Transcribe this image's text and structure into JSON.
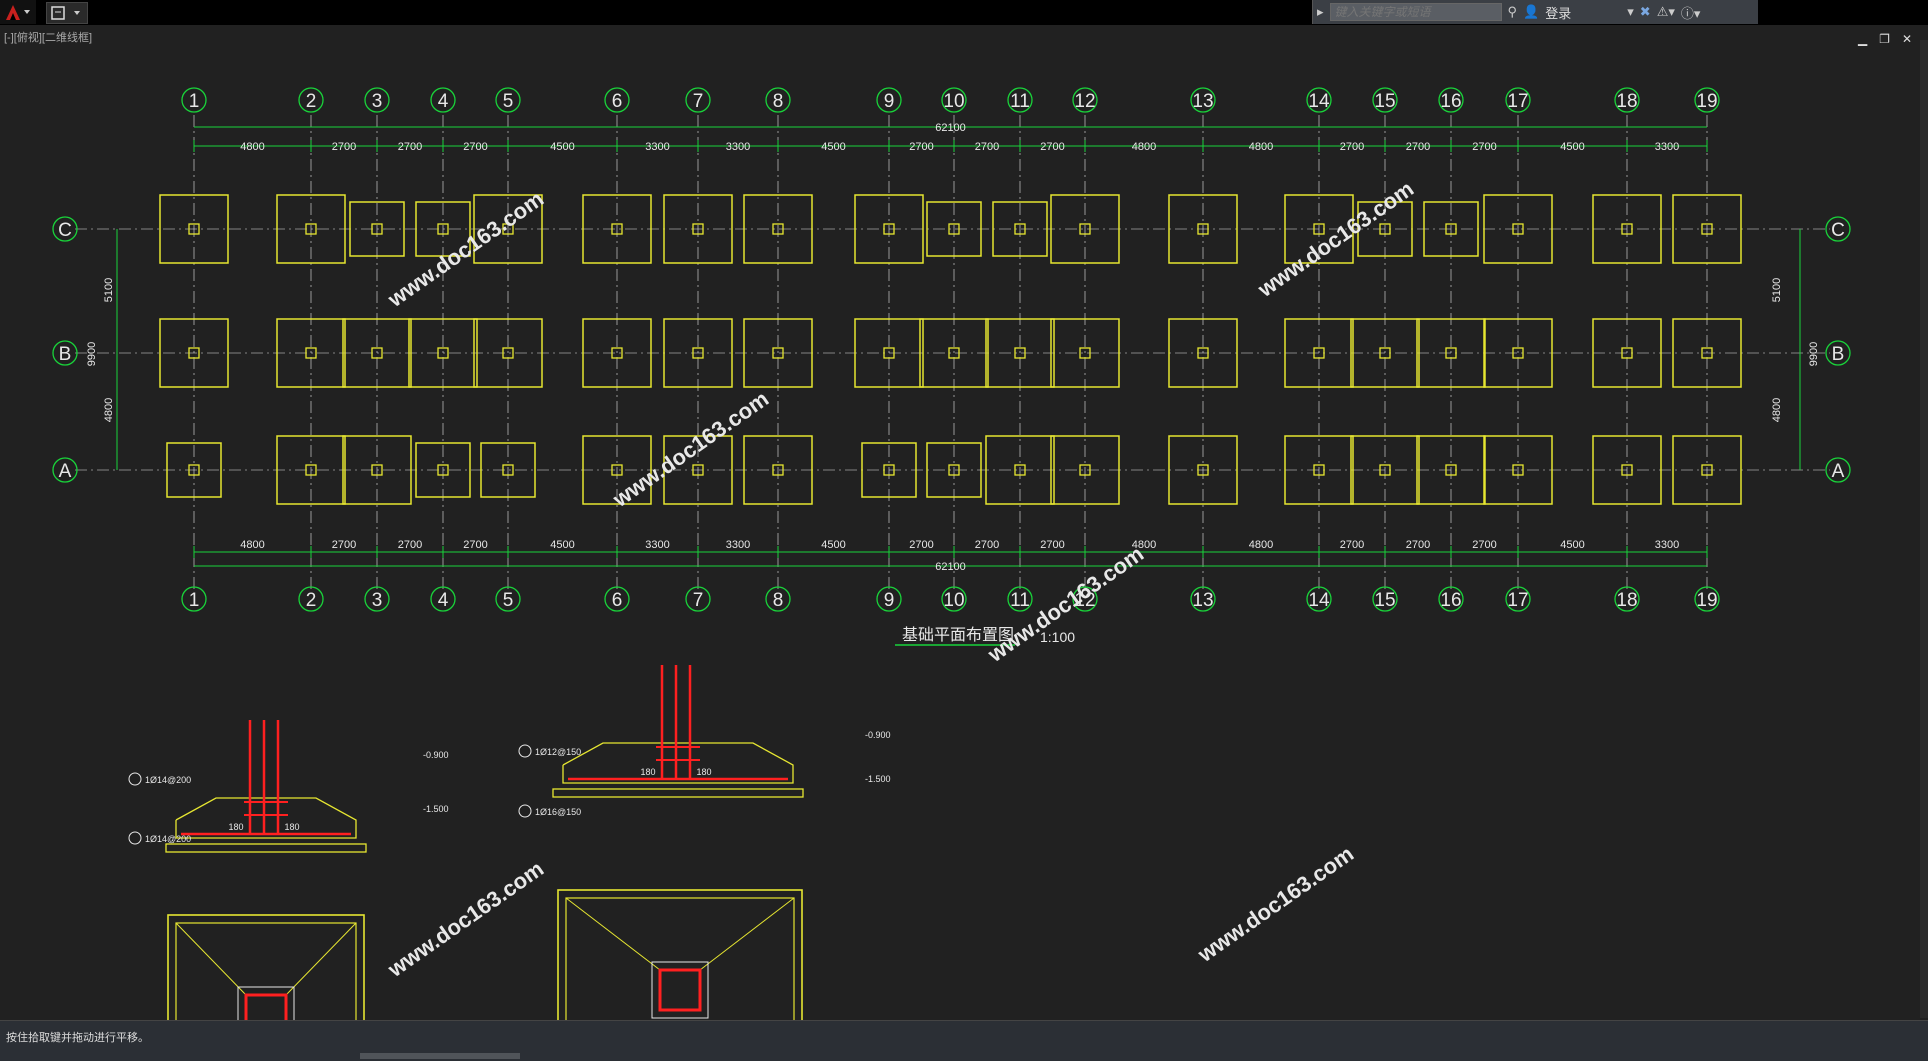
{
  "toolbar": {
    "search_placeholder": "键入关键字或短语",
    "login_label": "登录"
  },
  "viewport": {
    "label": "[-][俯视][二维线框]"
  },
  "drawing": {
    "title": "基础平面布置图",
    "scale": "1:100",
    "axes": [
      "1",
      "2",
      "3",
      "4",
      "5",
      "6",
      "7",
      "8",
      "9",
      "10",
      "11",
      "12",
      "13",
      "14",
      "15",
      "16",
      "17",
      "18",
      "19"
    ],
    "rows": [
      "C",
      "B",
      "A"
    ],
    "spans": [
      "4800",
      "2700",
      "2700",
      "2700",
      "4500",
      "3300",
      "3300",
      "4500",
      "2700",
      "2700",
      "2700",
      "4800",
      "4800",
      "2700",
      "2700",
      "2700",
      "4500",
      "3300"
    ],
    "total": "62100",
    "side_dims": {
      "left_total": "9900",
      "upper": "5100",
      "lower": "4800"
    },
    "watermark": "www.doc163.com",
    "details": {
      "elev1": "-0.900",
      "elev2": "-1.500",
      "rebar1": "1Ø14@200",
      "rebar2": "1Ø12@150",
      "rebar3": "1Ø16@150",
      "dim180": "180"
    }
  },
  "status": {
    "command": "按住拾取键并拖动进行平移。"
  }
}
